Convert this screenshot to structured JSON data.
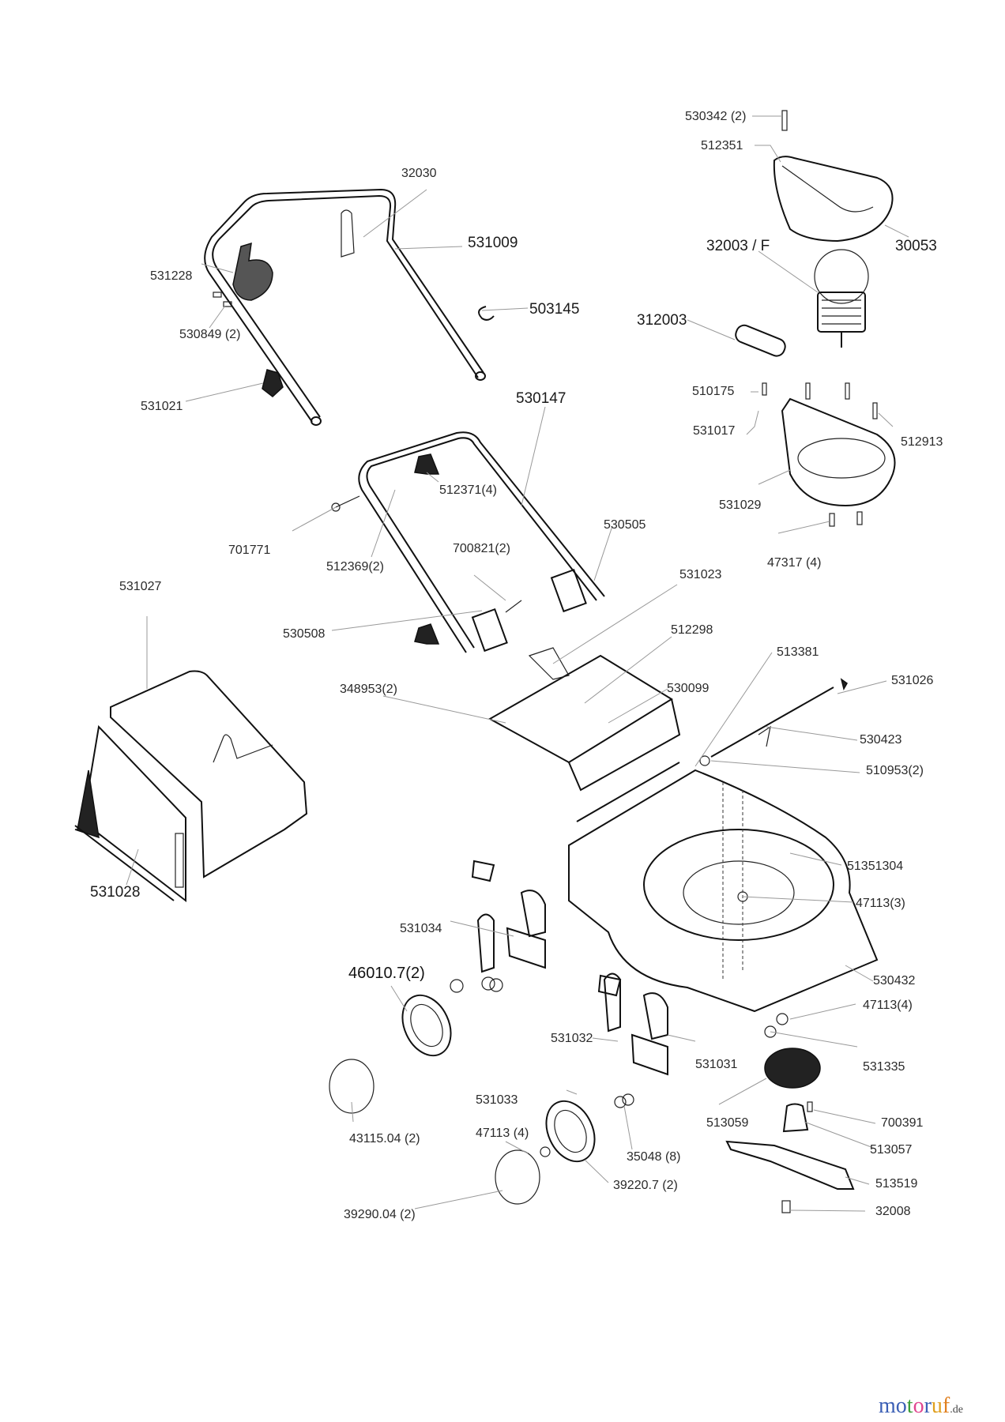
{
  "title": "Lawn mower exploded parts diagram",
  "watermark": {
    "letters": [
      "m",
      "o",
      "t",
      "o",
      "r",
      "u",
      "f"
    ],
    "letter_colors": [
      "#3b5fb5",
      "#3b5fb5",
      "#3a9e3a",
      "#e0458f",
      "#3b5fb5",
      "#e0a020",
      "#e08020"
    ],
    "tld": ".de"
  },
  "parts": {
    "p32030": "32030",
    "p531009": "531009",
    "p531228": "531228",
    "p530849": "530849 (2)",
    "p503145": "503145",
    "p531021": "531021",
    "p530342": "530342 (2)",
    "p512351": "512351",
    "p30053": "30053",
    "p32003F": "32003 / F",
    "p312003": "312003",
    "p510175": "510175",
    "p531017": "531017",
    "p512913": "512913",
    "p531029": "531029",
    "p47317": "47317 (4)",
    "p530147": "530147",
    "p512371": "512371(4)",
    "p701771": "701771",
    "p512369": "512369(2)",
    "p700821": "700821(2)",
    "p530505": "530505",
    "p531023": "531023",
    "p531027": "531027",
    "p530508": "530508",
    "p512298": "512298",
    "p513381": "513381",
    "p531026": "531026",
    "p348953": "348953(2)",
    "p530099": "530099",
    "p530423": "530423",
    "p510953": "510953(2)",
    "p51351304": "51351304",
    "p531028": "531028",
    "p47113_3": "47113(3)",
    "p531034": "531034",
    "p530432": "530432",
    "p46010": "46010.7(2)",
    "p47113_4a": "47113(4)",
    "p531032": "531032",
    "p531031": "531031",
    "p531335": "531335",
    "p531033": "531033",
    "p513059": "513059",
    "p700391": "700391",
    "p43115": "43115.04 (2)",
    "p47113_4b": "47113 (4)",
    "p35048": "35048 (8)",
    "p513057": "513057",
    "p39220": "39220.7 (2)",
    "p513519": "513519",
    "p39290": "39290.04 (2)",
    "p32008": "32008"
  }
}
